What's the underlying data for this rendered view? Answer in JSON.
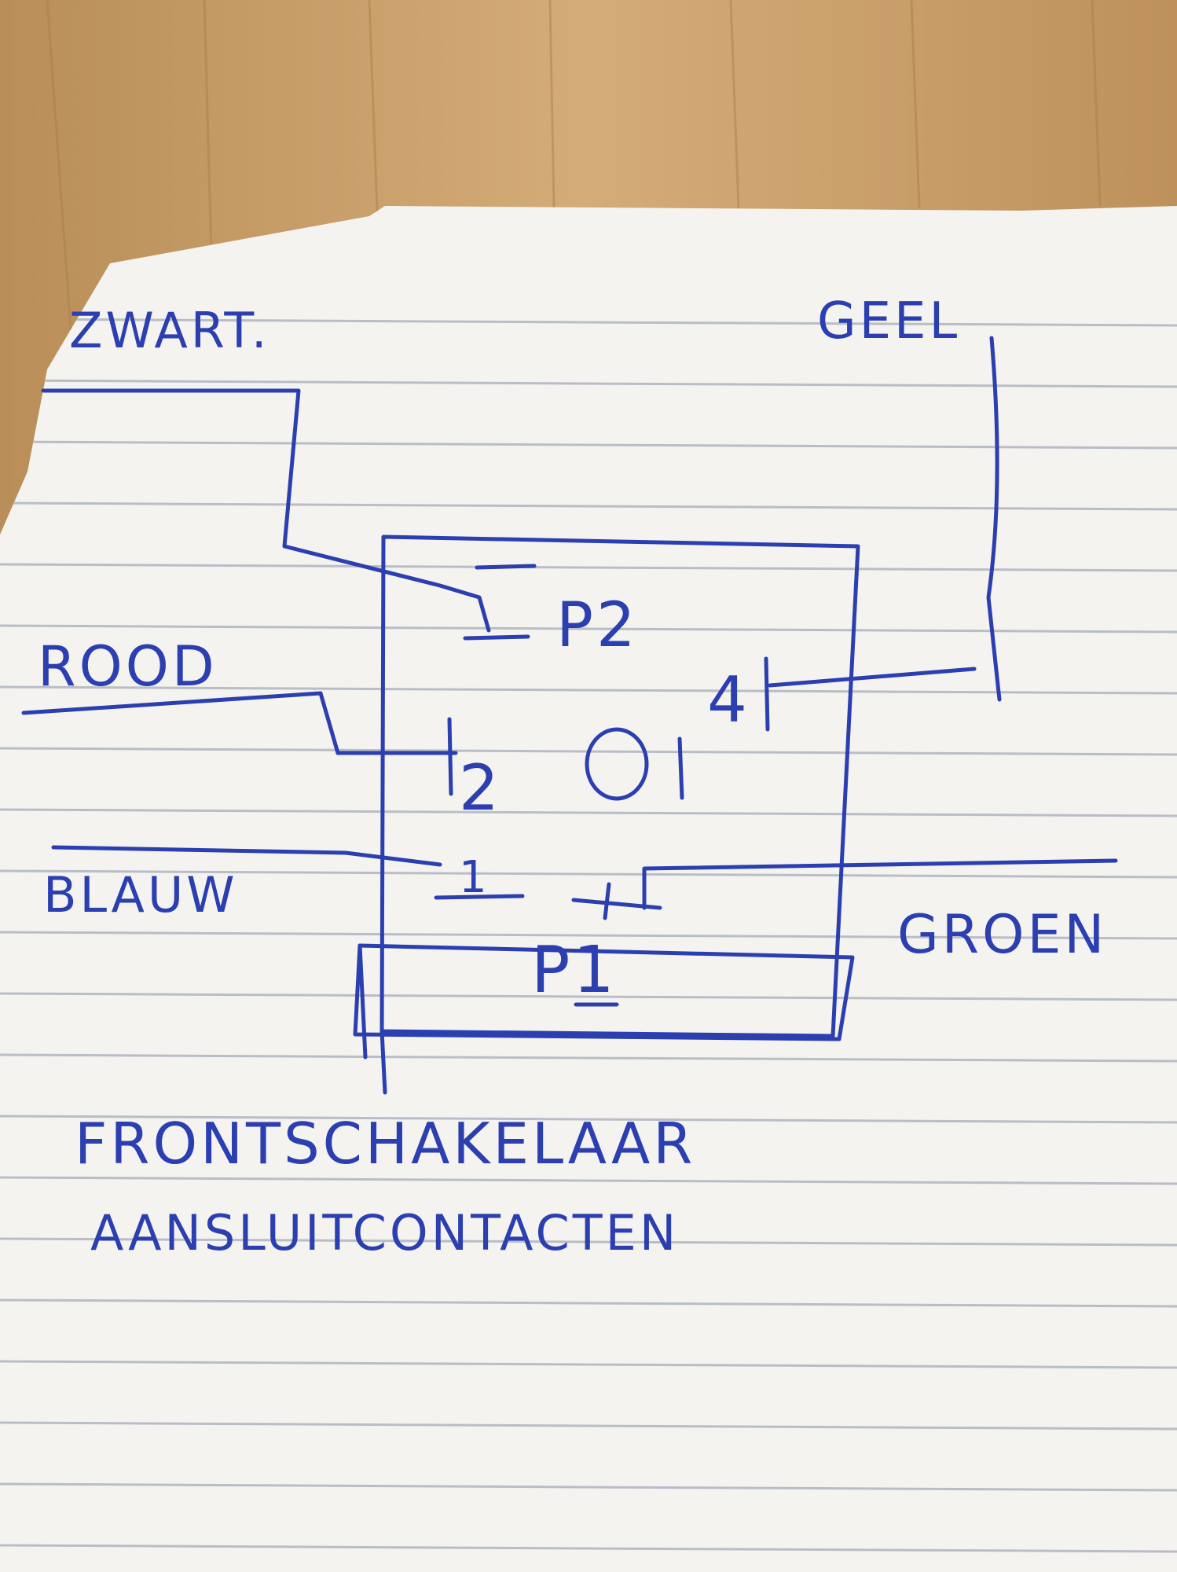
{
  "wire_labels": {
    "black": "ZWART.",
    "yellow": "GEEL",
    "red": "ROOD",
    "blue": "BLAUW",
    "green": "GROEN"
  },
  "terminal_labels": {
    "p2": "P2",
    "t4": "4",
    "t2": "2",
    "t1": "1",
    "p1": "P1"
  },
  "caption": {
    "line1": "FRONTSCHAKELAAR",
    "line2": "AANSLUITCONTACTEN"
  },
  "colors": {
    "ink": "#2b3fb0",
    "paper": "#f4f3f0",
    "rule_line": "#b9bdc6",
    "table_wood": "#c9a06a"
  }
}
